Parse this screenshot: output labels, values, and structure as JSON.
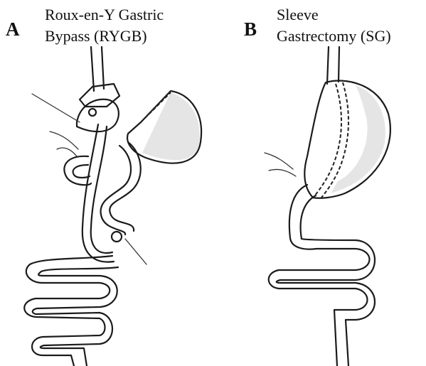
{
  "panel_a": {
    "letter": "A",
    "title_line1": "Roux-en-Y Gastric",
    "title_line2": "Bypass (RYGB)"
  },
  "panel_b": {
    "letter": "B",
    "title_line1": "Sleeve",
    "title_line2": "Gastrectomy (SG)"
  }
}
